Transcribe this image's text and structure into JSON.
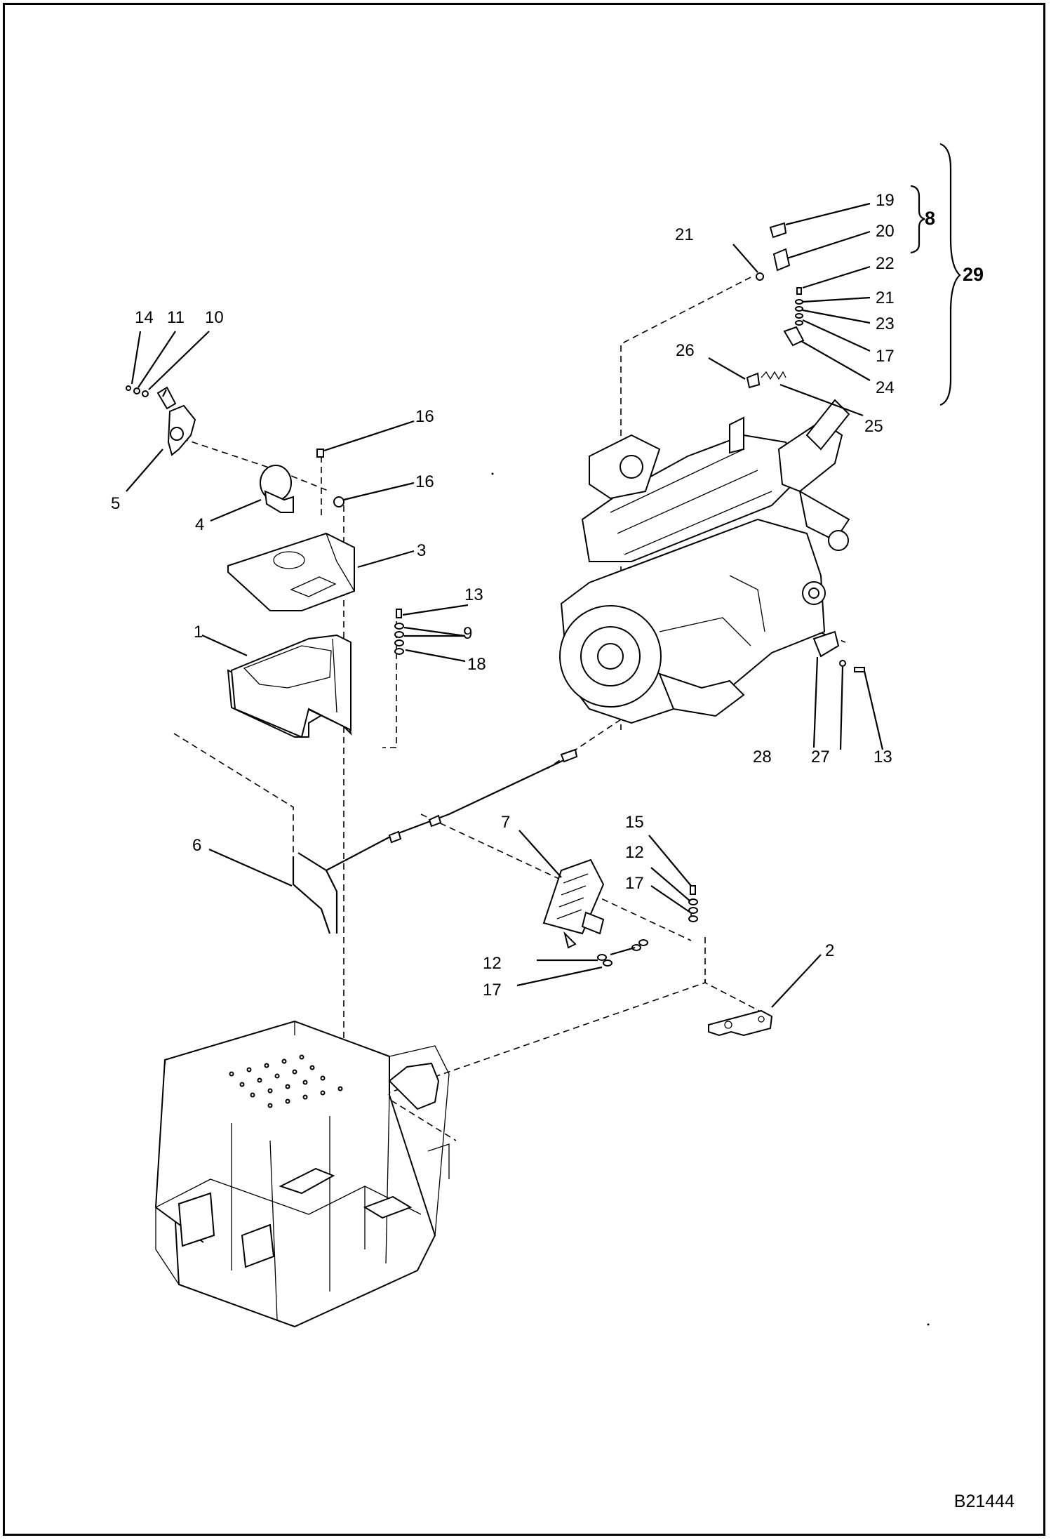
{
  "drawing_id": "B21444",
  "callouts": {
    "c1": "1",
    "c2": "2",
    "c3": "3",
    "c4": "4",
    "c5": "5",
    "c6": "6",
    "c7": "7",
    "c8": "8",
    "c9": "9",
    "c10": "10",
    "c11": "11",
    "c12a": "12",
    "c12b": "12",
    "c13a": "13",
    "c13b": "13",
    "c14": "14",
    "c15": "15",
    "c16a": "16",
    "c16b": "16",
    "c17a": "17",
    "c17b": "17",
    "c17c": "17",
    "c18": "18",
    "c19": "19",
    "c20": "20",
    "c21a": "21",
    "c21b": "21",
    "c22": "22",
    "c23": "23",
    "c24": "24",
    "c25": "25",
    "c26": "26",
    "c27": "27",
    "c28": "28",
    "c29": "29"
  }
}
